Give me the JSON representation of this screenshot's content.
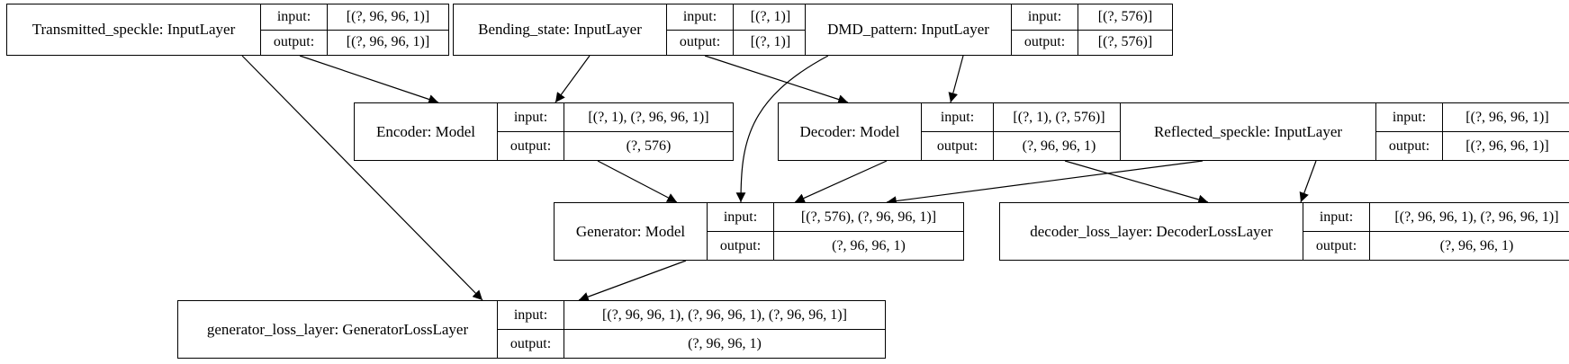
{
  "nodes": [
    {
      "id": "transmitted",
      "name": "Transmitted_speckle: InputLayer",
      "input_label": "input:",
      "input": "[(?, 96, 96, 1)]",
      "output_label": "output:",
      "output": "[(?, 96, 96, 1)]"
    },
    {
      "id": "bending",
      "name": "Bending_state: InputLayer",
      "input_label": "input:",
      "input": "[(?, 1)]",
      "output_label": "output:",
      "output": "[(?, 1)]"
    },
    {
      "id": "dmd",
      "name": "DMD_pattern: InputLayer",
      "input_label": "input:",
      "input": "[(?, 576)]",
      "output_label": "output:",
      "output": "[(?, 576)]"
    },
    {
      "id": "encoder",
      "name": "Encoder: Model",
      "input_label": "input:",
      "input": "[(?, 1), (?, 96, 96, 1)]",
      "output_label": "output:",
      "output": "(?, 576)"
    },
    {
      "id": "decoder",
      "name": "Decoder: Model",
      "input_label": "input:",
      "input": "[(?, 1), (?, 576)]",
      "output_label": "output:",
      "output": "(?, 96, 96, 1)"
    },
    {
      "id": "reflected",
      "name": "Reflected_speckle: InputLayer",
      "input_label": "input:",
      "input": "[(?, 96, 96, 1)]",
      "output_label": "output:",
      "output": "[(?, 96, 96, 1)]"
    },
    {
      "id": "generator",
      "name": "Generator: Model",
      "input_label": "input:",
      "input": "[(?, 576), (?, 96, 96, 1)]",
      "output_label": "output:",
      "output": "(?, 96, 96, 1)"
    },
    {
      "id": "decoder_loss",
      "name": "decoder_loss_layer: DecoderLossLayer",
      "input_label": "input:",
      "input": "[(?, 96, 96, 1), (?, 96, 96, 1)]",
      "output_label": "output:",
      "output": "(?, 96, 96, 1)"
    },
    {
      "id": "generator_loss",
      "name": "generator_loss_layer: GeneratorLossLayer",
      "input_label": "input:",
      "input": "[(?, 96, 96, 1), (?, 96, 96, 1), (?, 96, 96, 1)]",
      "output_label": "output:",
      "output": "(?, 96, 96, 1)"
    }
  ],
  "edges": [
    {
      "from": "transmitted",
      "to": "encoder"
    },
    {
      "from": "transmitted",
      "to": "generator_loss"
    },
    {
      "from": "bending",
      "to": "encoder"
    },
    {
      "from": "bending",
      "to": "decoder"
    },
    {
      "from": "dmd",
      "to": "decoder"
    },
    {
      "from": "dmd",
      "to": "generator"
    },
    {
      "from": "encoder",
      "to": "generator"
    },
    {
      "from": "decoder",
      "to": "generator"
    },
    {
      "from": "decoder",
      "to": "decoder_loss"
    },
    {
      "from": "reflected",
      "to": "generator"
    },
    {
      "from": "reflected",
      "to": "decoder_loss"
    },
    {
      "from": "generator",
      "to": "generator_loss"
    }
  ]
}
